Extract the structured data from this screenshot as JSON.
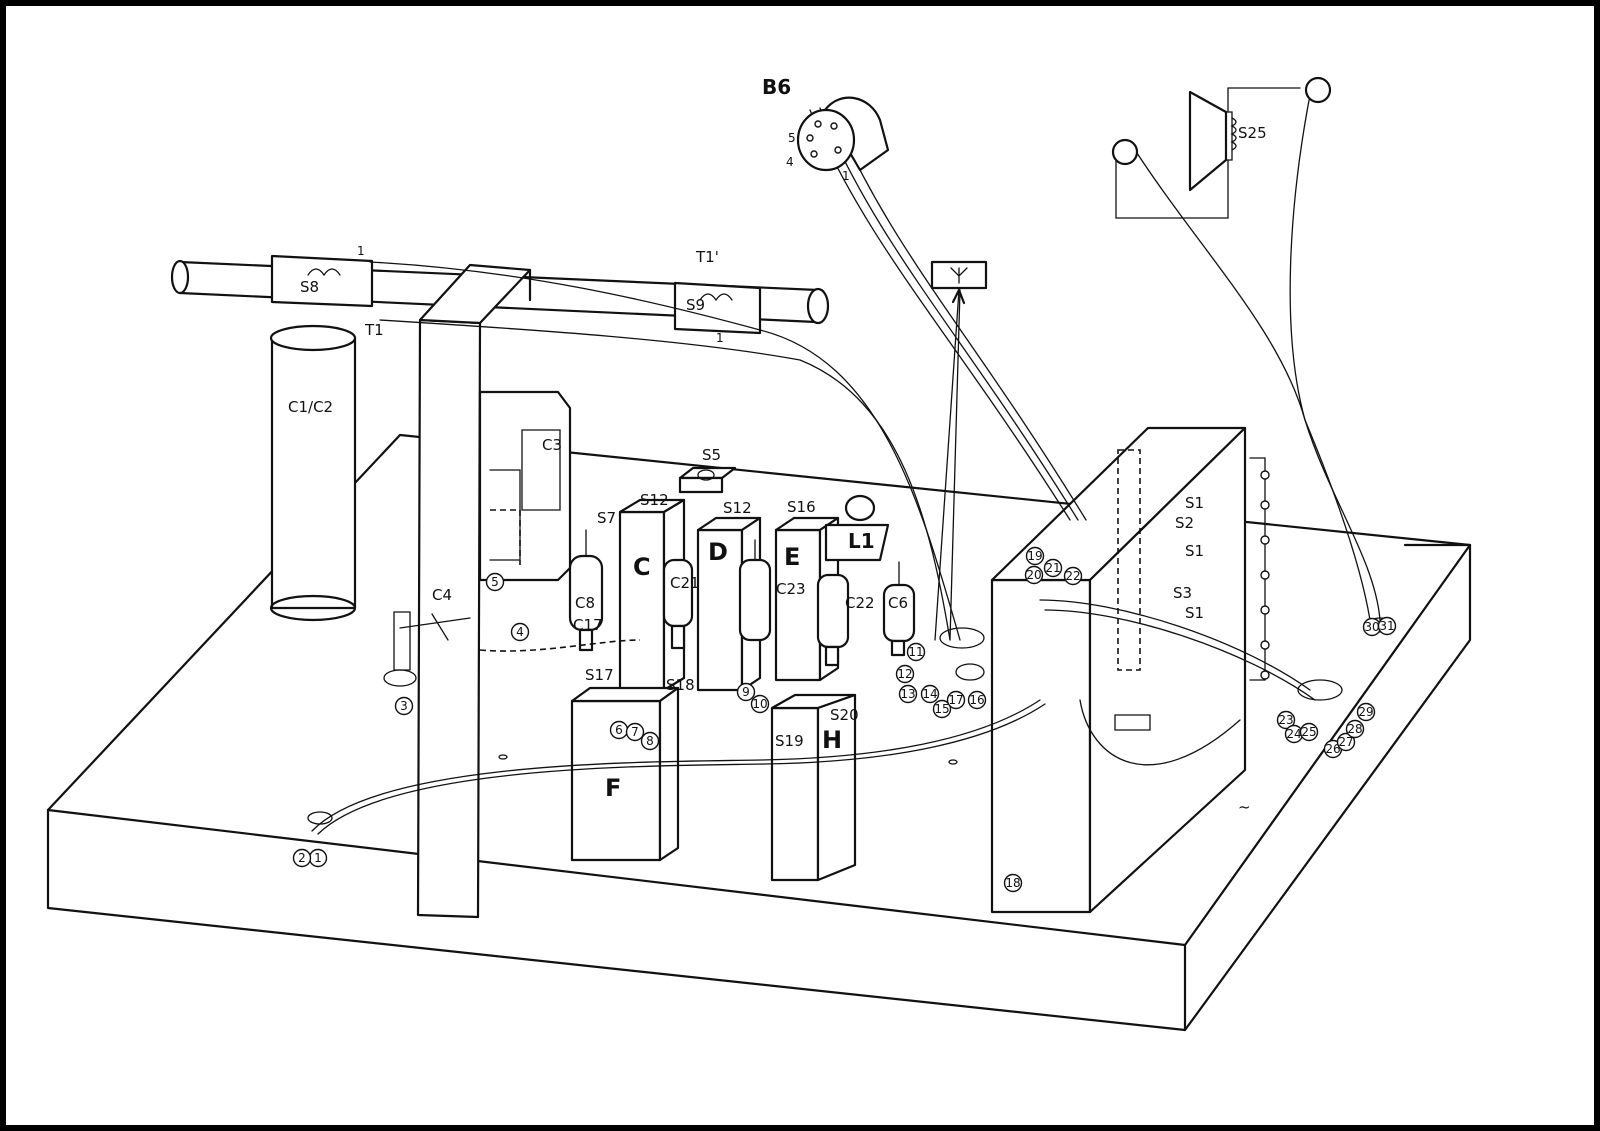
{
  "labels": {
    "b6": "B6",
    "s25": "S25",
    "s8": "S8",
    "t1": "T1",
    "t1p": "T1'",
    "s9": "S9",
    "one_a": "1",
    "one_b": "1",
    "p5": "5",
    "p4": "4",
    "p1": "1",
    "c1c2": "C1/C2",
    "c3": "C3",
    "c4": "C4",
    "s5": "S5",
    "s7": "S7",
    "s12a": "S12",
    "s12b": "S12",
    "s16": "S16",
    "c": "C",
    "d": "D",
    "e": "E",
    "l1": "L1",
    "c21": "C21",
    "c23": "C23",
    "c22": "C22",
    "c6": "C6",
    "c8": "C8",
    "c17": "C17",
    "s17": "S17",
    "s18": "S18",
    "s19": "S19",
    "s20": "S20",
    "f": "F",
    "h": "H",
    "s1a": "S1",
    "s2": "S2",
    "s1b": "S1",
    "s3": "S3",
    "s1c": "S1",
    "ac": "~"
  },
  "terminals": [
    "1",
    "2",
    "3",
    "4",
    "5",
    "6",
    "7",
    "8",
    "9",
    "10",
    "11",
    "12",
    "13",
    "14",
    "15",
    "16",
    "17",
    "18",
    "19",
    "20",
    "21",
    "22",
    "23",
    "24",
    "25",
    "26",
    "27",
    "28",
    "29",
    "30",
    "31"
  ],
  "icons": {
    "antenna": "antenna-symbol-icon",
    "socket": "tube-socket-icon",
    "speaker": "loudspeaker-icon"
  }
}
